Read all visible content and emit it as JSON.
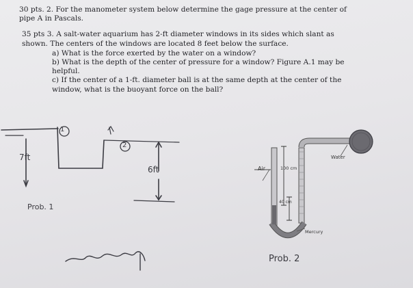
{
  "problem2": {
    "points": "30 pts. 2.",
    "line1": "For the manometer system below determine the gage pressure at the center of",
    "line2": "pipe A in Pascals."
  },
  "problem3": {
    "points": "35 pts 3.",
    "line1": "A salt-water aquarium has 2-ft diameter windows in its sides which slant as",
    "line2": "shown. The centers of the windows are located 8 feet below the surface.",
    "a": "a) What is the force exerted by the water on a window?",
    "b1": "b) What is the depth of the center of pressure for a window? Figure A.1 may be",
    "b2": "helpful.",
    "c1": "c) If the center of a 1-ft. diameter ball is at the same depth at the center of the",
    "c2": "window, what is the buoyant force on the ball?"
  },
  "handwriting": {
    "circle1": "1",
    "circle2": "2",
    "dim_7ft": "7ft",
    "dim_6ft": "6ft",
    "prob1": "Prob. 1",
    "prob2": "Prob. 2"
  },
  "manometer": {
    "air": "Air",
    "water": "Water",
    "dim_100": "100 cm",
    "dim_40": "40 cm",
    "mercury": "Mercury"
  }
}
